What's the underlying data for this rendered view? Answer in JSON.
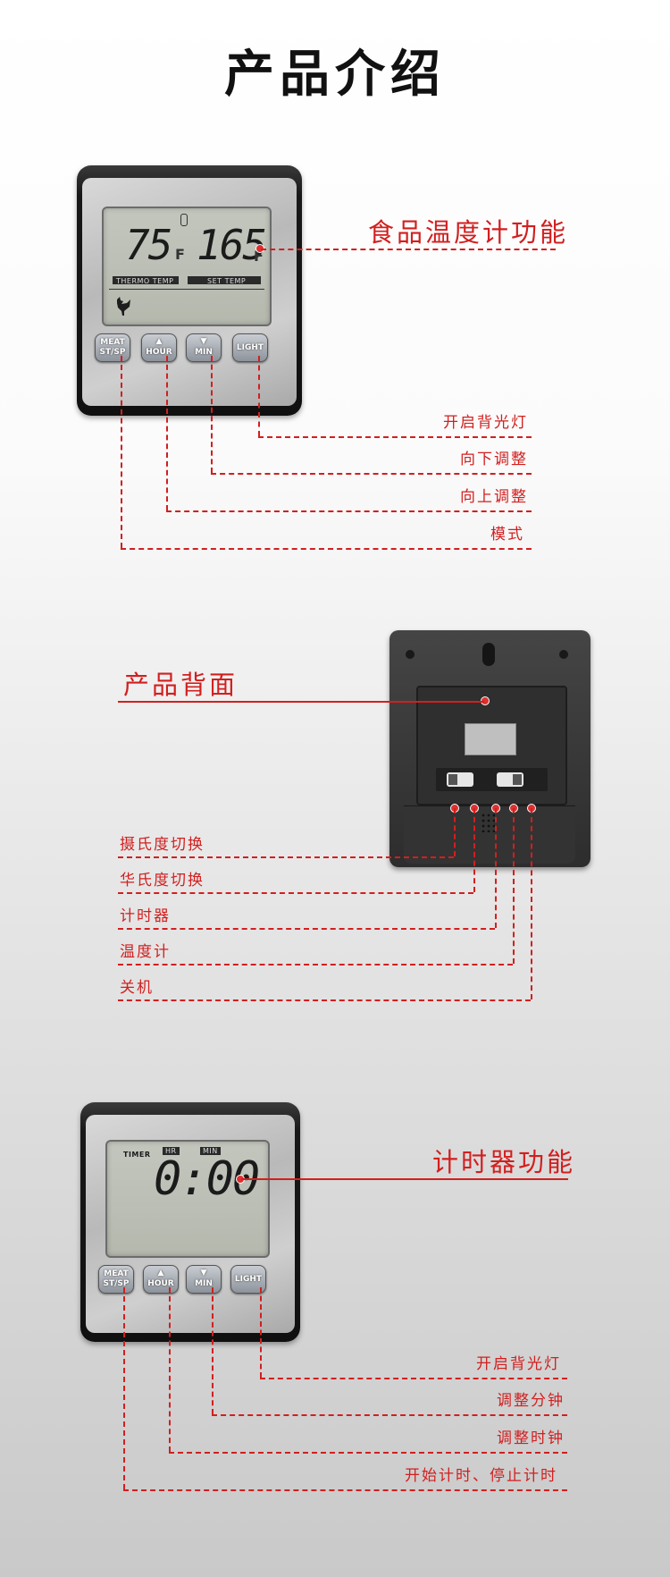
{
  "page_title": "产品介绍",
  "section1": {
    "feature_label": "食品温度计功能",
    "display": {
      "current_temp": "75",
      "set_temp": "165",
      "unit": "F",
      "left_caption": "THERMO TEMP",
      "right_caption": "SET TEMP"
    },
    "buttons": [
      {
        "line1": "MEAT",
        "line2": "ST/SP"
      },
      {
        "line1": "▲",
        "line2": "HOUR"
      },
      {
        "line1": "▼",
        "line2": "MIN"
      },
      {
        "line1": "LIGHT",
        "line2": ""
      }
    ],
    "callouts": [
      "开启背光灯",
      "向下调整",
      "向上调整",
      "模式"
    ]
  },
  "section2": {
    "feature_label": "产品背面",
    "callouts": [
      "摄氏度切换",
      "华氏度切换",
      "计时器",
      "温度计",
      "关机"
    ]
  },
  "section3": {
    "feature_label": "计时器功能",
    "display": {
      "timer_label": "TIMER",
      "hr_label": "HR",
      "min_label": "MIN",
      "time": "0:00"
    },
    "buttons": [
      {
        "line1": "MEAT",
        "line2": "ST/SP"
      },
      {
        "line1": "▲",
        "line2": "HOUR"
      },
      {
        "line1": "▼",
        "line2": "MIN"
      },
      {
        "line1": "LIGHT",
        "line2": ""
      }
    ],
    "callouts": [
      "开启背光灯",
      "调整分钟",
      "调整时钟",
      "开始计时、停止计时"
    ]
  },
  "colors": {
    "accent": "#d21f1f",
    "title": "#111111"
  }
}
